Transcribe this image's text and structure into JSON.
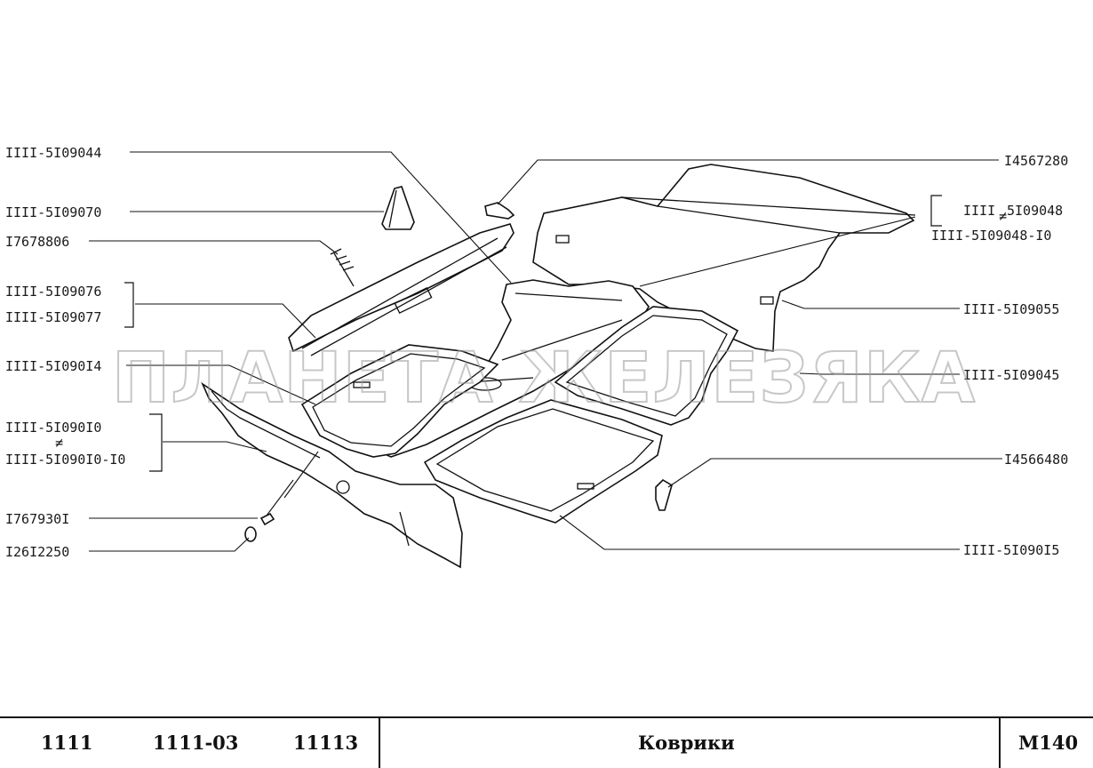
{
  "labels": {
    "l1": "IIII-5I09044",
    "l2": "IIII-5I09070",
    "l3": "I7678806",
    "l4a": "IIII-5I09076",
    "l4b": "IIII-5I09077",
    "l5": "IIII-5I090I4",
    "l6a": "IIII-5I090I0",
    "l6b": "IIII-5I090I0-I0",
    "l7": "I767930I",
    "l8": "I26I2250",
    "r1": "I4567280",
    "r2a": "IIII",
    "r2b": "5I09048",
    "r2c": "IIII-5I09048-I0",
    "r3": "IIII-5I09055",
    "r4": "IIII-5I09045",
    "r5": "I4566480",
    "r6": "IIII-5I090I5"
  },
  "watermark": "ПЛАНЕТА ЖЕЛЕЗЯКА",
  "footer": {
    "model1": "1111",
    "model2": "1111-03",
    "model3": "11113",
    "title": "Коврики",
    "code": "M140"
  }
}
